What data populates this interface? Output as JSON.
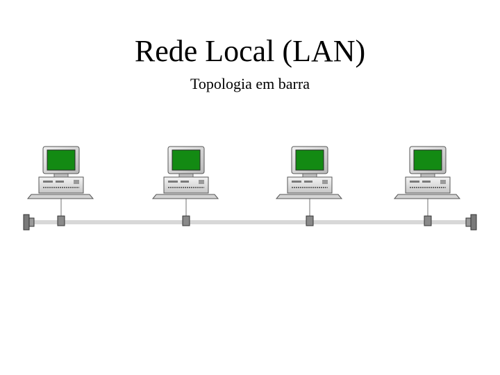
{
  "slide": {
    "title": "Rede Local (LAN)",
    "subtitle": "Topologia em barra"
  },
  "network": {
    "topology": "bus",
    "nodes": [
      {
        "type": "computer",
        "screen_color": "#138a13"
      },
      {
        "type": "computer",
        "screen_color": "#138a13"
      },
      {
        "type": "computer",
        "screen_color": "#138a13"
      },
      {
        "type": "computer",
        "screen_color": "#138a13"
      }
    ],
    "cable_color": "#d8d8d8",
    "connector_color": "#8a8a8a",
    "terminators": 2
  }
}
